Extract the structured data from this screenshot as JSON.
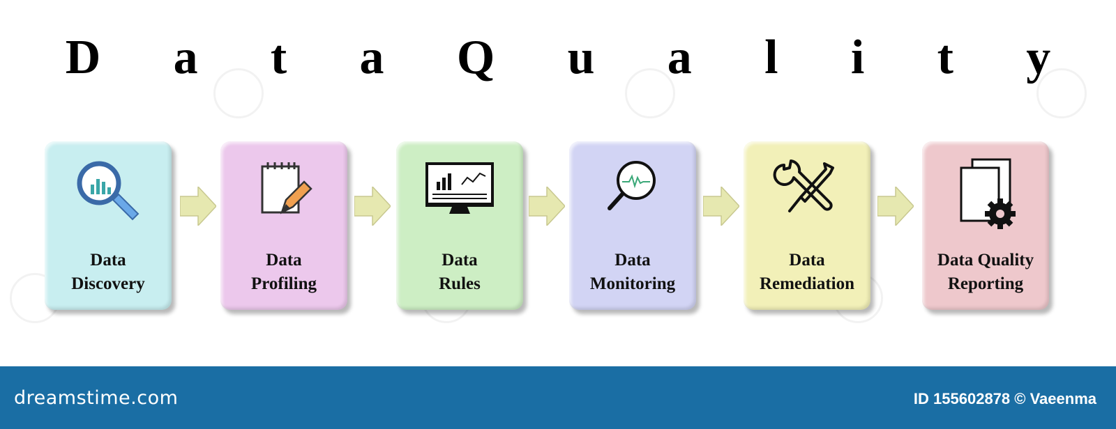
{
  "title": "D a t a   Q u a l i t y",
  "steps": [
    {
      "label": "Data Discovery",
      "lines": [
        "Data",
        "Discovery"
      ],
      "icon": "magnifier-chart-icon",
      "color": "#c8eef0"
    },
    {
      "label": "Data Profiling",
      "lines": [
        "Data",
        "Profiling"
      ],
      "icon": "notepad-pencil-icon",
      "color": "#ecc8ec"
    },
    {
      "label": "Data Rules",
      "lines": [
        "Data",
        "Rules"
      ],
      "icon": "monitor-dashboard-icon",
      "color": "#cdeec4"
    },
    {
      "label": "Data Monitoring",
      "lines": [
        "Data",
        "Monitoring"
      ],
      "icon": "magnifier-pulse-icon",
      "color": "#d2d4f4"
    },
    {
      "label": "Data Remediation",
      "lines": [
        "Data",
        "Remediation"
      ],
      "icon": "wrench-screwdriver-icon",
      "color": "#f2f0b8"
    },
    {
      "label": "Data Quality Reporting",
      "lines": [
        "Data Quality",
        "Reporting"
      ],
      "icon": "documents-gear-icon",
      "color": "#eec8cc"
    }
  ],
  "arrow_color": "#e6e8b0",
  "footer": {
    "brand": "dreamstime.com",
    "credit": "ID 155602878 © Vaeenma",
    "color": "#1a6ea4"
  }
}
